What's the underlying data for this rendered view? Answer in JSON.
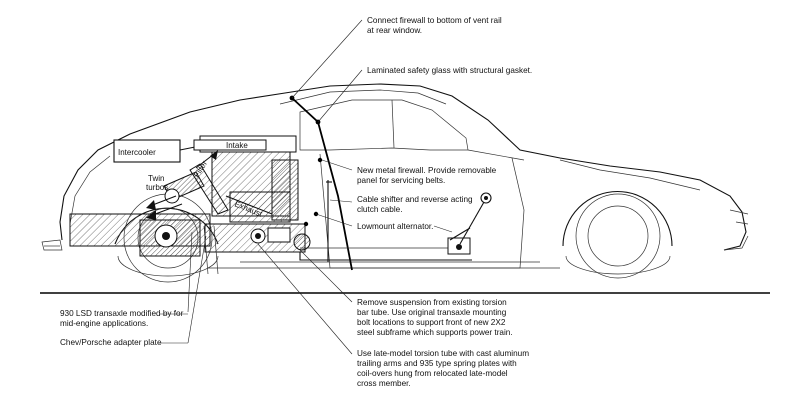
{
  "callouts": {
    "firewall_connect": [
      "Connect firewall to bottom of vent rail",
      "at rear window."
    ],
    "glass": [
      "Laminated safety glass with structural gasket."
    ],
    "new_firewall": [
      "New metal firewall.  Provide removable",
      "panel for servicing belts."
    ],
    "cable_shifter": [
      "Cable shifter and reverse acting",
      "clutch cable."
    ],
    "alternator": [
      "Lowmount alternator."
    ],
    "suspension": [
      "Remove suspension from existing torsion",
      "bar tube.  Use original transaxle mounting",
      "bolt locations to support front of new 2X2",
      "steel subframe which supports power train."
    ],
    "torsion_tube": [
      "Use late-model torsion tube with cast aluminum",
      "trailing arms and 935 type spring plates with",
      "coil-overs hung from relocated late-model",
      "cross member."
    ],
    "transaxle": [
      "930 LSD transaxle modified by for",
      "mid-engine applications."
    ],
    "adapter": [
      "Chev/Porsche adapter plate"
    ]
  },
  "component_labels": {
    "intercooler": "Intercooler",
    "intake": "Intake",
    "twin_turbos": [
      "Twin",
      "turbos"
    ],
    "filter": "Filter",
    "exhaust": "Exhaust"
  }
}
